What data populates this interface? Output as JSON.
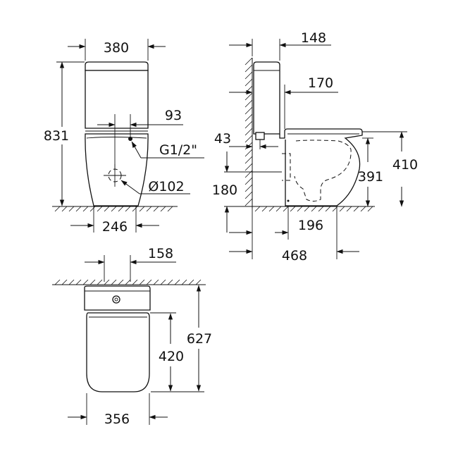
{
  "front_view": {
    "width": "380",
    "height": "831",
    "inlet_offset": "93",
    "inlet_thread": "G1/2\"",
    "outlet_diameter": "Ø102",
    "foot_width": "246"
  },
  "side_view": {
    "tank_depth": "148",
    "tank_gap": "170",
    "inlet_height": "43",
    "drain_height": "180",
    "bowl_height": "391",
    "seat_height": "410",
    "drain_distance": "196",
    "total_depth": "468"
  },
  "top_view": {
    "offset": "158",
    "length": "627",
    "bowl_length": "420",
    "width": "356"
  }
}
